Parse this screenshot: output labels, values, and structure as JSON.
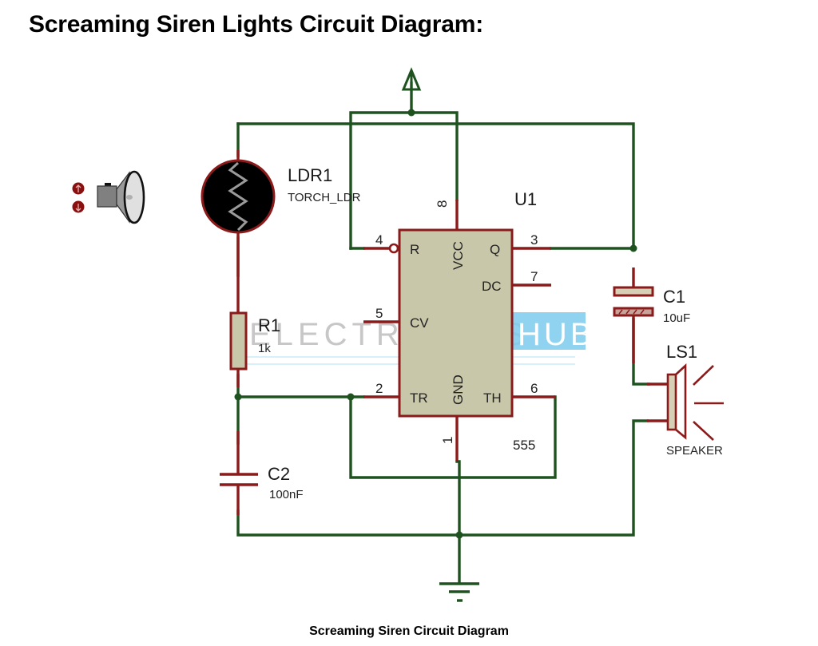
{
  "page": {
    "title": "Screaming Siren Lights Circuit Diagram:",
    "caption": "Screaming Siren Circuit Diagram"
  },
  "colors": {
    "wire": "#1e5320",
    "pin": "#8b1a1a",
    "ic_body": "#c9c7aa",
    "watermark_accent": "#7ccbee"
  },
  "watermark": {
    "text": "ELECTRONICS",
    "accent": "HUB"
  },
  "components": {
    "ldr": {
      "ref": "LDR1",
      "value": "TORCH_LDR"
    },
    "r1": {
      "ref": "R1",
      "value": "1k"
    },
    "c2": {
      "ref": "C2",
      "value": "100nF"
    },
    "c1": {
      "ref": "C1",
      "value": "10uF"
    },
    "ls1": {
      "ref": "LS1",
      "value": "SPEAKER"
    },
    "u1": {
      "ref": "U1",
      "part": "555",
      "pins": {
        "reset": {
          "num": "4",
          "name": "R"
        },
        "vcc": {
          "num": "8",
          "name": "VCC"
        },
        "out": {
          "num": "3",
          "name": "Q"
        },
        "dis": {
          "num": "7",
          "name": "DC"
        },
        "cv": {
          "num": "5",
          "name": "CV"
        },
        "trig": {
          "num": "2",
          "name": "TR"
        },
        "gnd": {
          "num": "1",
          "name": "GND"
        },
        "thr": {
          "num": "6",
          "name": "TH"
        }
      }
    }
  },
  "legend_icons": [
    "sound-toggle-up-icon",
    "sound-toggle-down-icon",
    "siren-horn-icon"
  ],
  "power": {
    "supply": "power-terminal-icon",
    "ground": "ground-icon"
  }
}
